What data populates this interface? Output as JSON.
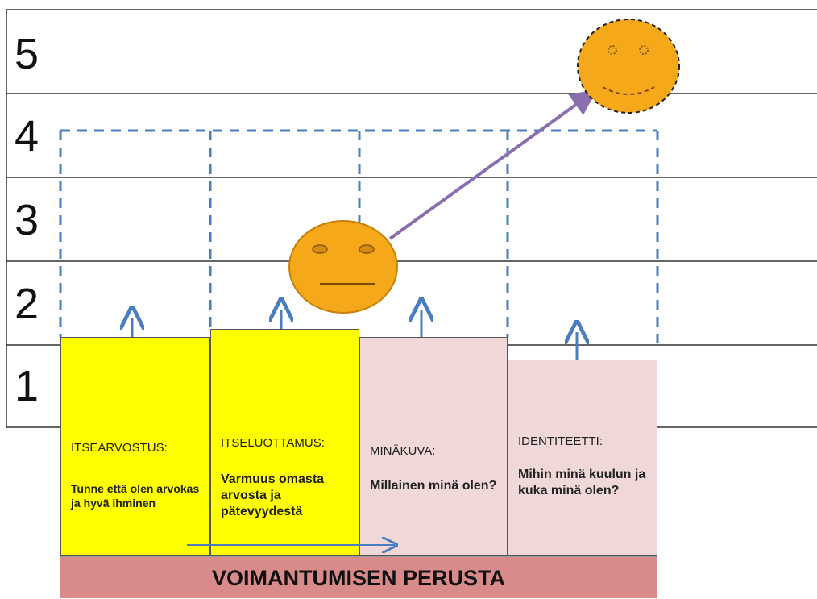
{
  "levels": [
    "1",
    "2",
    "3",
    "4",
    "5"
  ],
  "colors": {
    "yellow": "#ffff00",
    "pink": "#f0d8d8",
    "foundation": "#d98a8a",
    "dashed_blue": "#4a7ec0",
    "arrow_blue": "#4a7ec0",
    "arrow_purple": "#8a6fb0",
    "face": "#f5a81a"
  },
  "pillars": [
    {
      "heading": "ITSEARVOSTUS:",
      "body": "Tunne että olen arvokas ja hyvä ihminen",
      "color": "yellow"
    },
    {
      "heading": "ITSELUOTTAMUS:",
      "body": "Varmuus omasta arvosta ja pätevyydestä",
      "color": "yellow"
    },
    {
      "heading": "MINÄKUVA:",
      "body": "Millainen minä olen?",
      "color": "pink"
    },
    {
      "heading": "IDENTITEETTI:",
      "body": "Mihin minä kuulun ja kuka minä olen?",
      "color": "pink"
    }
  ],
  "foundation": {
    "label": "VOIMANTUMISEN PERUSTA"
  },
  "faces": [
    {
      "expression": "neutral-face-icon"
    },
    {
      "expression": "smiling-face-icon"
    }
  ]
}
